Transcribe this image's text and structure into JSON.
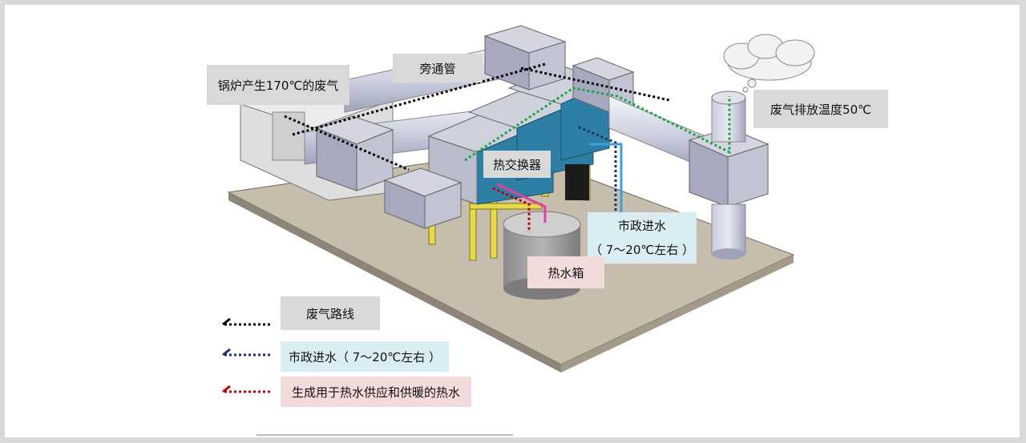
{
  "labels": {
    "boiler_exhaust": "锅炉产生170℃的废气",
    "bypass_pipe": "旁通管",
    "exhaust_discharge": "废气排放温度50℃",
    "heat_exchanger": "热交换器",
    "municipal_water_line1": "市政进水",
    "municipal_water_line2": "（ 7～20℃左右 ）",
    "hot_water_tank": "热水箱"
  },
  "legend": [
    {
      "label": "废气路线",
      "color": "#000000"
    },
    {
      "label": "市政进水（ 7～20℃左右 ）",
      "color": "#1f2f6b"
    },
    {
      "label": "生成用于热水供应和供暖的热水",
      "color": "#c00000"
    }
  ],
  "colors": {
    "exhaust_route": "#000000",
    "municipal_water": "#1f2f6b",
    "hot_water": "#c00000",
    "discharge_route": "#1aa34a",
    "exchanger_face": "#2d7fa6",
    "support_yellow": "#e6d94a"
  }
}
